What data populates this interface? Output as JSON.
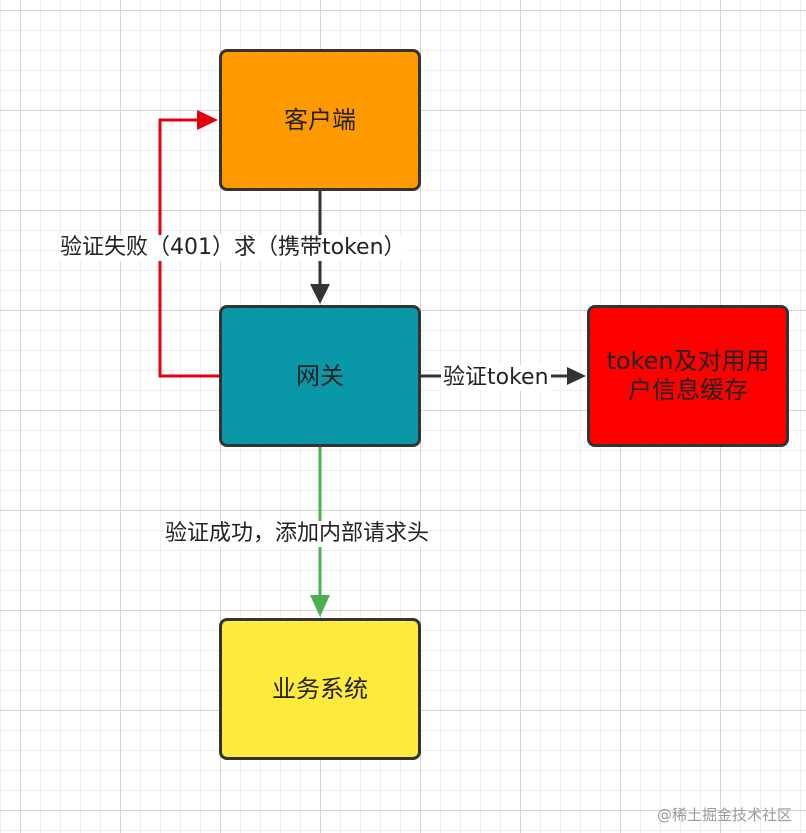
{
  "nodes": {
    "client": {
      "label": "客户端",
      "color": "#ff9900"
    },
    "gateway": {
      "label": "网关",
      "color": "#0a97a8"
    },
    "cache": {
      "label": "token及对用用户信息缓存",
      "color": "#ff0000"
    },
    "business": {
      "label": "业务系统",
      "color": "#ffeb3b"
    }
  },
  "edges": {
    "client_to_gateway": {
      "label": "求（携带token）",
      "color": "#333333"
    },
    "gateway_to_client": {
      "label": "验证失败（401）",
      "color": "#e3000f"
    },
    "gateway_to_cache": {
      "label": "验证token",
      "color": "#333333"
    },
    "gateway_to_business": {
      "label": "验证成功，添加内部请求头",
      "color": "#4caf50"
    }
  },
  "watermark": "@稀土掘金技术社区"
}
